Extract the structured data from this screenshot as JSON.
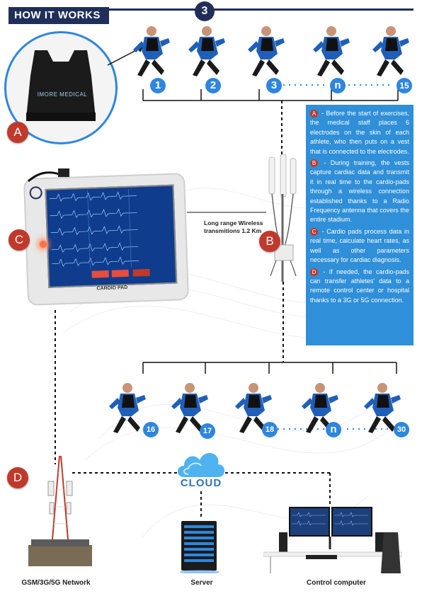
{
  "header": {
    "title": "HOW IT WORKS ?",
    "step": "3"
  },
  "badges": {
    "a": "A",
    "b": "B",
    "c": "C",
    "d": "D"
  },
  "vest_brand": "IMORE MEDICAL",
  "tablet_brand": "CARDIO PAD",
  "group1": {
    "numbers": [
      "1",
      "2",
      "3",
      "n",
      "15"
    ]
  },
  "group2": {
    "numbers": [
      "16",
      "17",
      "18",
      "n",
      "30"
    ]
  },
  "wireless_label_line1": "Long range Wireless",
  "wireless_label_line2": "transmitions 1.2 Km",
  "info": {
    "a_text": " - Before the start of exercises, the medical staff places 6 electrodes on the skin of each athlete, who then puts on a vest that is connected to the electrodes.",
    "b_text": " - During training, the vests capture cardiac data and transmit it in real time to the cardio-pads through a wireless connection established thanks to a Radio Frequency antenna that covers the entire stadium.",
    "c_text": " - Cardio pads process data in real time, calculate heart rates, as well as other parameters necessary for cardiac diagnosis.",
    "d_text": " - If needed, the cardio-pads can transfer athletes' data to a remote control center or hospital thanks to a 3G or 5G connection."
  },
  "cloud_label": "CLOUD",
  "captions": {
    "network": "GSM/3G/5G Network",
    "server": "Server",
    "control": "Control computer"
  },
  "colors": {
    "navy": "#1f2f5a",
    "accent_blue": "#2e86de",
    "info_bg": "#2f8fd8",
    "badge_red": "#c0392b"
  }
}
